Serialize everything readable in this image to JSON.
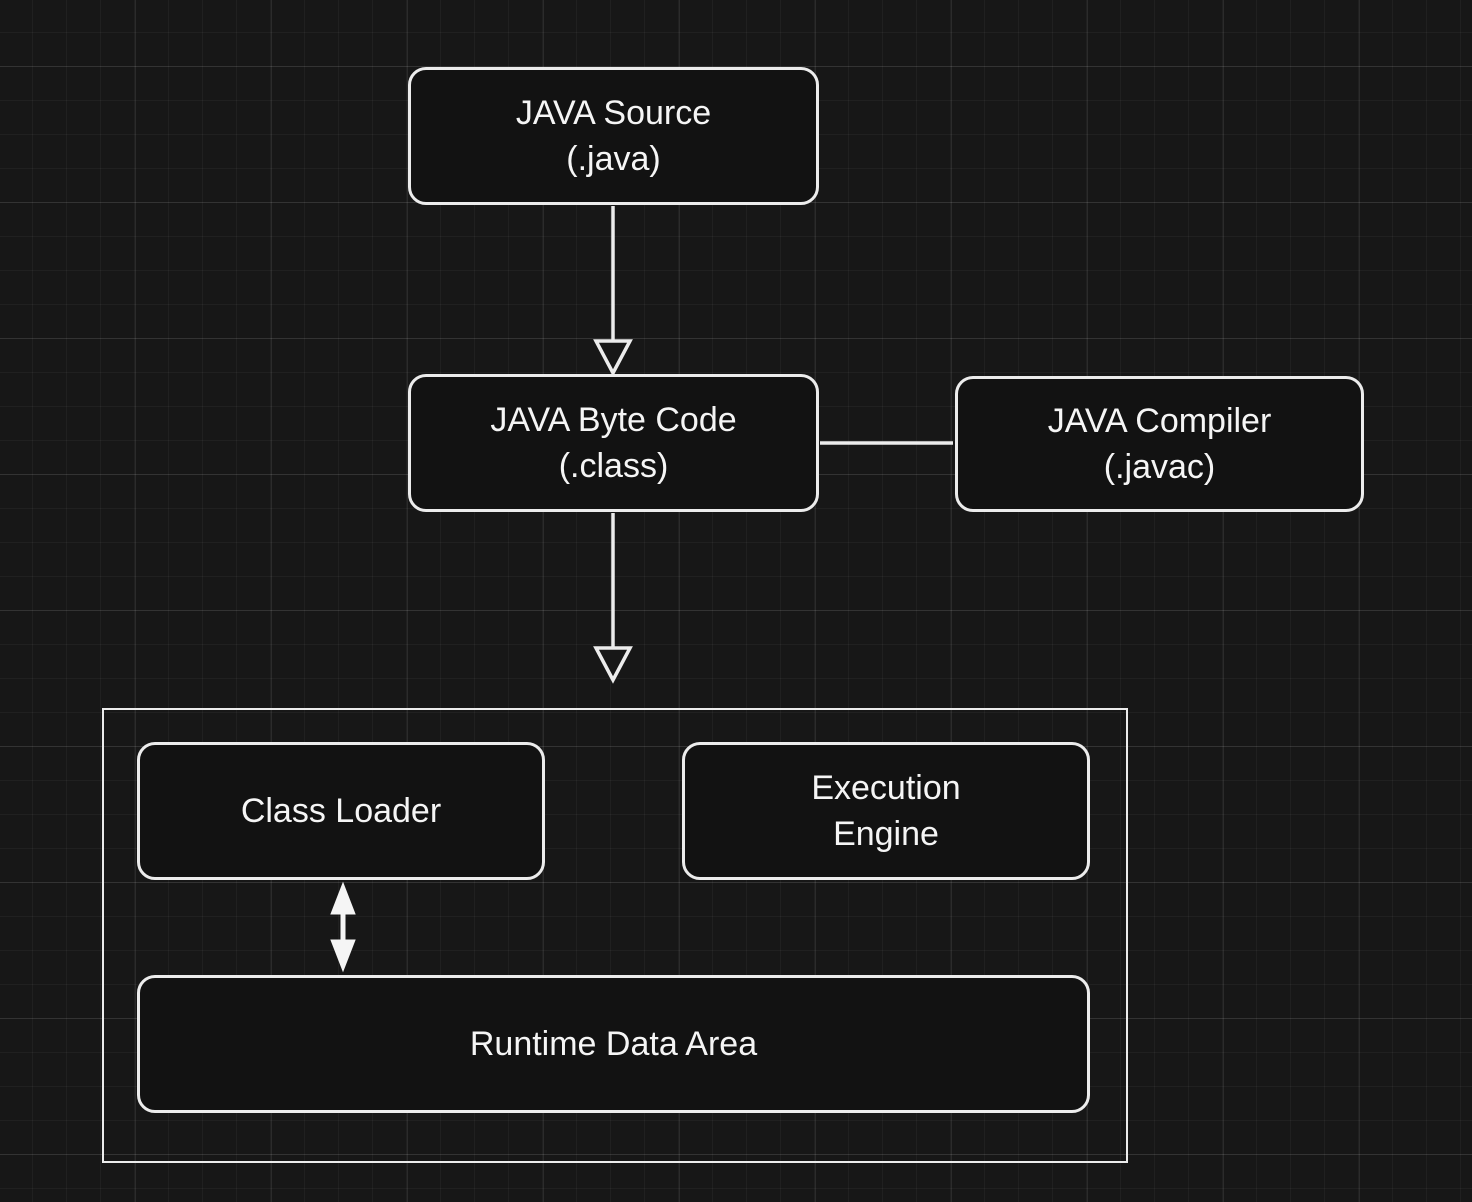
{
  "diagram": {
    "type": "flowchart",
    "nodes": {
      "java_source": {
        "lines": [
          "JAVA Source",
          "(.java)"
        ]
      },
      "java_byte_code": {
        "lines": [
          "JAVA Byte Code",
          "(.class)"
        ]
      },
      "java_compiler": {
        "lines": [
          "JAVA Compiler",
          "(.javac)"
        ]
      },
      "class_loader": {
        "lines": [
          "Class Loader"
        ]
      },
      "execution_engine": {
        "lines": [
          "Execution",
          "Engine"
        ]
      },
      "runtime_data_area": {
        "lines": [
          "Runtime Data Area"
        ]
      }
    },
    "connections": [
      {
        "from": "java_source",
        "to": "java_byte_code",
        "style": "open-arrow-down"
      },
      {
        "from": "java_byte_code",
        "to": "java_compiler",
        "style": "plain-line"
      },
      {
        "from": "java_byte_code",
        "to": "jvm_container",
        "style": "open-arrow-down"
      },
      {
        "from": "class_loader",
        "to": "runtime_data_area",
        "style": "filled-double-arrow"
      }
    ],
    "colors": {
      "background": "#171717",
      "node_fill": "#121212",
      "border": "#ececec",
      "text": "#f5f5f5",
      "grid_minor": "#1f1f1f",
      "grid_major": "#2a2a2a"
    }
  }
}
